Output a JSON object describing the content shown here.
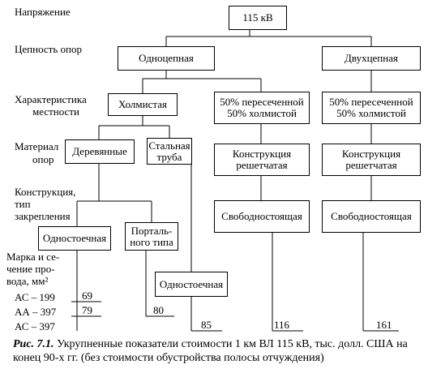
{
  "row_labels": {
    "voltage": "Напряжение",
    "circuit": "Цепность опор",
    "terrain_1": "Характеристика",
    "terrain_2": "местности",
    "material_1": "Материал",
    "material_2": "опор",
    "construction_1": "Конструкция,",
    "construction_2": "тип",
    "construction_3": "закрепления",
    "wire_1": "Марка и се-",
    "wire_2": "чение про-",
    "wire_3": "вода, мм²"
  },
  "wires": [
    "АС – 199",
    "АА – 397",
    "АС – 397"
  ],
  "nodes": {
    "voltage": "115 кВ",
    "single": "Одноцепная",
    "double": "Двухцепная",
    "hilly": "Холмистая",
    "mixed_mid_1": "50% пересеченной",
    "mixed_mid_2": "50% холмистой",
    "mixed_right_1": "50% пересеченной",
    "mixed_right_2": "50% холмистой",
    "wooden": "Деревянные",
    "steel_1": "Стальная",
    "steel_2": "труба",
    "lattice_mid_1": "Конструкция",
    "lattice_mid_2": "решетчатая",
    "lattice_right_1": "Конструкция",
    "lattice_right_2": "решетчатая",
    "single_post_wood": "Одностоечная",
    "portal_1": "Порталь-",
    "portal_2": "ного типа",
    "freestanding_mid": "Свободностоящая",
    "freestanding_right": "Свободностоящая",
    "single_post_steel": "Одностоечная"
  },
  "values": {
    "v1": "69",
    "v2": "79",
    "v3": "80",
    "v4": "85",
    "v5": "116",
    "v6": "161"
  },
  "caption": {
    "prefix": "Рис. 7.1.",
    "text": " Укрупненные показатели стоимости 1 км ВЛ 115 кВ, тыс. долл. США на конец 90-х гг. (без стоимости обустройства полосы отчуждения)"
  }
}
